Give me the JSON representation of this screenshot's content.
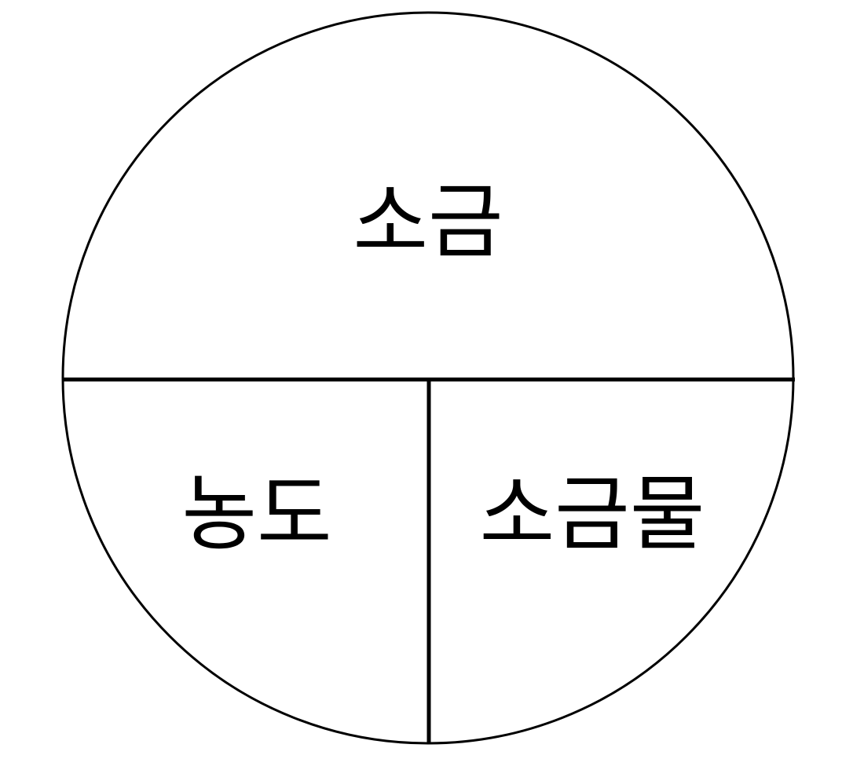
{
  "diagram": {
    "sections": {
      "top": {
        "label": "소금"
      },
      "bottom_left": {
        "label": "농도"
      },
      "bottom_right": {
        "label": "소금물"
      }
    },
    "colors": {
      "stroke": "#000000",
      "background": "#ffffff"
    }
  }
}
